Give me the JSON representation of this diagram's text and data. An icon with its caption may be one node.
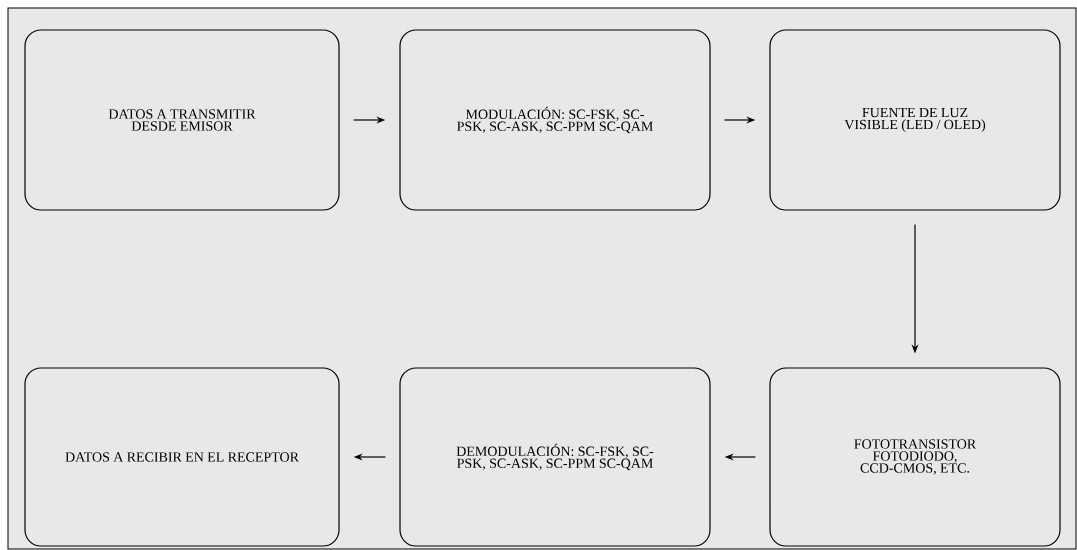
{
  "diagram": {
    "nodes": [
      {
        "text": [
          "DATOS A TRANSMITIR DESDE EMISOR"
        ]
      },
      {
        "text": [
          "MODULACIÓN: SC-FSK, SC-PSK, SC-ASK, SC-PPM SC-QAM"
        ]
      },
      {
        "text": [
          "FUENTE DE LUZ VISIBLE (LED / OLED)"
        ]
      },
      {
        "text": [
          "DATOS A RECIBIR EN EL RECEPTOR"
        ]
      },
      {
        "text": [
          "DEMODULACIÓN: SC-FSK, SC-PSK, SC-ASK, SC-PPM SC-QAM"
        ]
      },
      {
        "text": [
          "FOTOTRANSISTOR FOTODIODO, CCD-CMOS, ETC."
        ]
      }
    ],
    "edges": [
      {
        "from": 0,
        "to": 1,
        "arrow": "to"
      },
      {
        "from": 1,
        "to": 2,
        "arrow": "to"
      },
      {
        "from": 2,
        "to": 5,
        "arrow": "to"
      },
      {
        "from": 5,
        "to": 4,
        "arrow": "to"
      },
      {
        "from": 4,
        "to": 3,
        "arrow": "to"
      }
    ]
  }
}
